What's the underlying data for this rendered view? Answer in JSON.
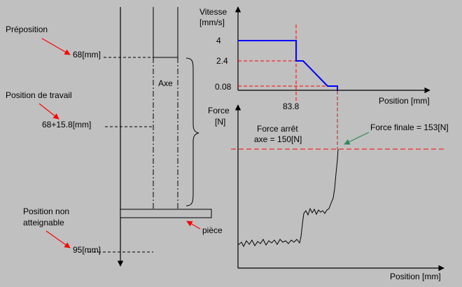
{
  "left": {
    "preposition_label": "Préposition",
    "preposition_value": "68[mm]",
    "work_label": "Position de travail",
    "work_value": "68+15.8[mm]",
    "unreachable_label_1": "Position non",
    "unreachable_label_2": "atteignable",
    "unreachable_value": "95[mm]",
    "axis_label": "Axe",
    "piece_label": "pièce"
  },
  "speed_chart": {
    "y_title_1": "Vitesse",
    "y_title_2": "[mm/s]",
    "x_title": "Position [mm]",
    "tick_4": "4",
    "tick_2_4": "2.4",
    "tick_0_08": "0.08",
    "tick_83_8": "83.8"
  },
  "force_chart": {
    "y_title_1": "Force",
    "y_title_2": "[N]",
    "x_title": "Position [mm]",
    "stop_label_1": "Force arrêt",
    "stop_label_2": "axe = 150[N]",
    "final_label": "Force finale = 153[N]"
  },
  "colors": {
    "background": "#c0c0c0",
    "speed_line": "#0000ff",
    "reference": "#ff0000",
    "annotation_arrow_red": "#ff0000",
    "annotation_arrow_green": "#2e8b57"
  }
}
